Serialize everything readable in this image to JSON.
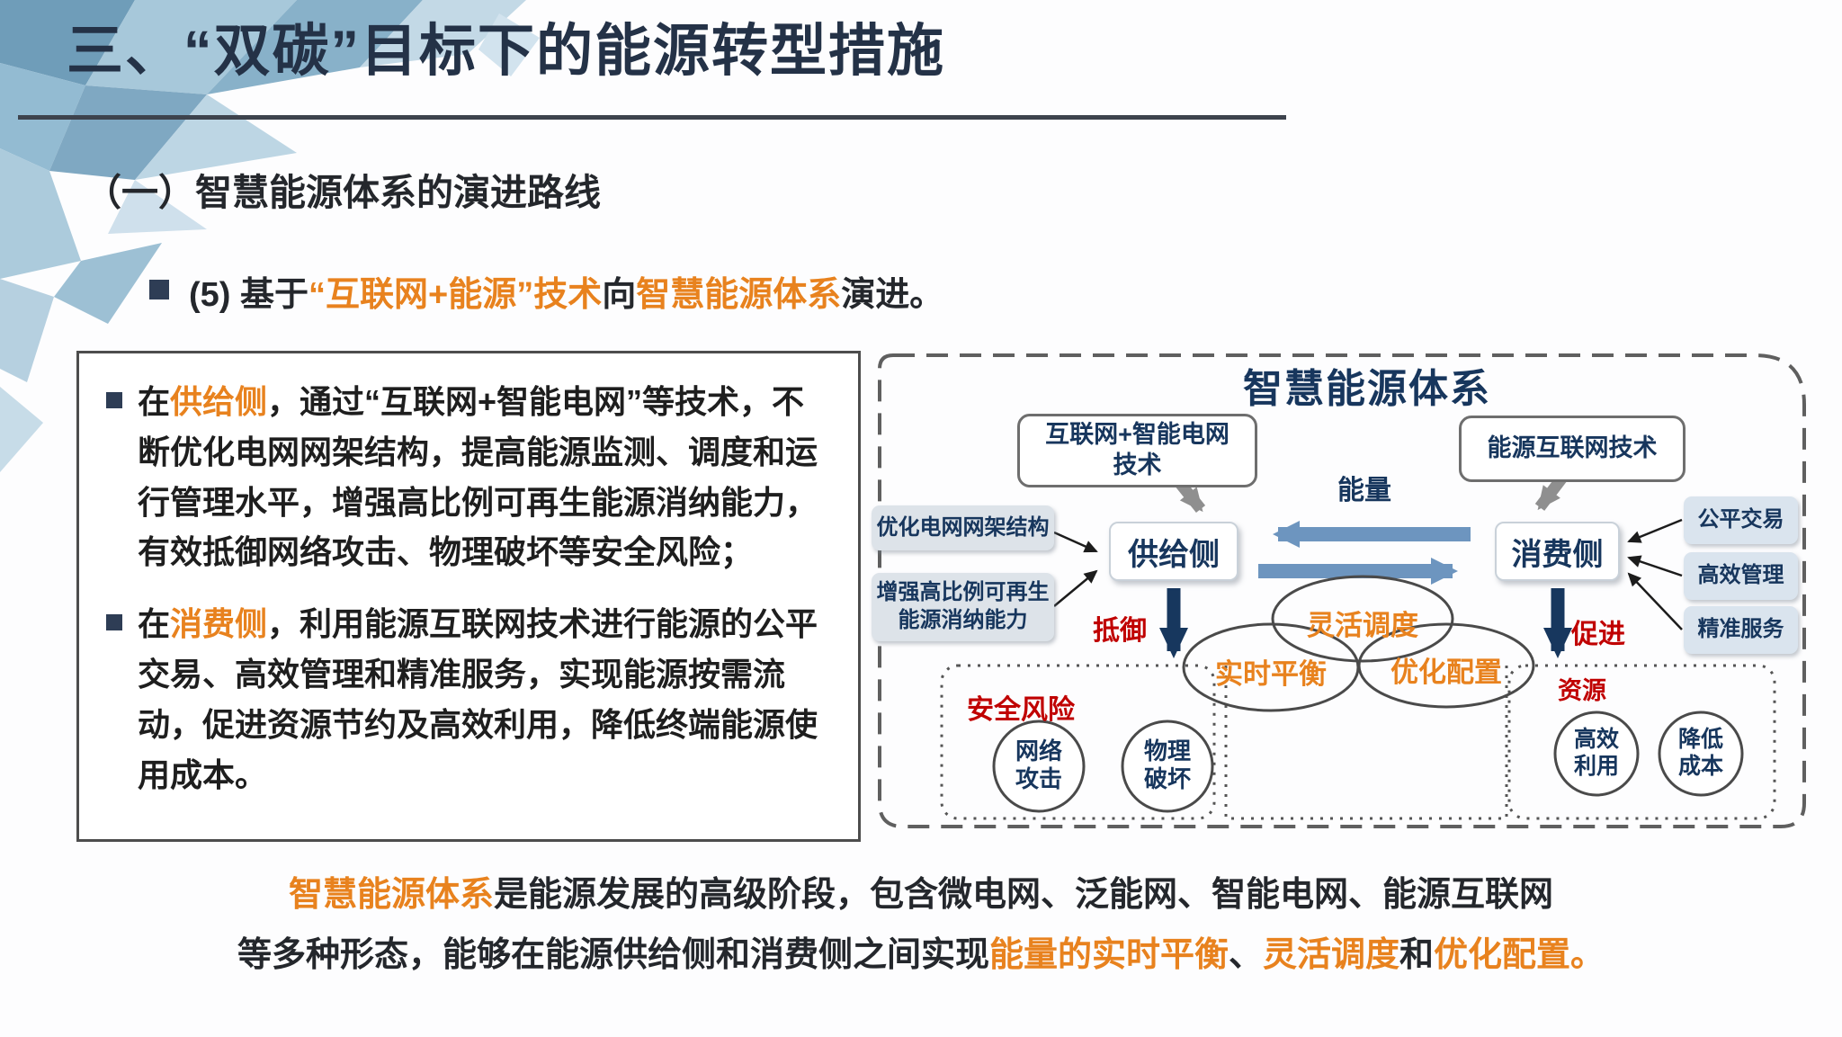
{
  "colors": {
    "accent_orange": "#E8821E",
    "alert_red": "#C00000",
    "navy_text": "#17365D",
    "title_navy": "#243247",
    "blue_arrow": "#6D95BF",
    "navy_arrow": "#17375E",
    "gray_arrow": "#8F8F8F"
  },
  "header": {
    "title": "三、“双碳”目标下的能源转型措施",
    "section": "（一）智慧能源体系的演进路线",
    "point": [
      {
        "t": "(5) 基于",
        "c": "dark"
      },
      {
        "t": "“互联网+能源”技术",
        "c": "orange"
      },
      {
        "t": "向",
        "c": "dark"
      },
      {
        "t": "智慧能源体系",
        "c": "orange"
      },
      {
        "t": "演进。",
        "c": "dark"
      }
    ]
  },
  "left_panel": {
    "bullets": [
      {
        "segments": [
          {
            "t": "在",
            "c": "dark"
          },
          {
            "t": "供给侧",
            "c": "orange"
          },
          {
            "t": "，通过“互联网+智能电网”等技术，不断优化电网网架结构，提高能源监测、调度和运行管理水平，增强高比例可再生能源消纳能力，有效抵御网络攻击、物理破坏等安全风险；",
            "c": "dark"
          }
        ]
      },
      {
        "segments": [
          {
            "t": "在",
            "c": "dark"
          },
          {
            "t": "消费侧",
            "c": "orange"
          },
          {
            "t": "，利用能源互联网技术进行能源的公平交易、高效管理和精准服务，实现能源按需流动，促进资源节约及高效利用，降低终端能源使用成本。",
            "c": "dark"
          }
        ]
      }
    ]
  },
  "diagram": {
    "title": "智慧能源体系",
    "tech_supply": "互联网+智能电网\n技术",
    "tech_consume": "能源互联网技术",
    "energy_label": "能量",
    "supply_node": "供给侧",
    "consume_node": "消费侧",
    "supply_factors": [
      "优化电网网架结构",
      "增强高比例可再生\n能源消纳能力"
    ],
    "consume_factors": [
      "公平交易",
      "高效管理",
      "精准服务"
    ],
    "resist_label": "抵御",
    "promote_label": "促进",
    "venn": [
      "灵活调度",
      "实时平衡",
      "优化配置"
    ],
    "risk_group": {
      "title": "安全风险",
      "items": [
        "网络\n攻击",
        "物理\n破坏"
      ]
    },
    "resource_group": {
      "title": "资源",
      "items": [
        "高效\n利用",
        "降低\n成本"
      ]
    }
  },
  "footer": {
    "line1": [
      {
        "t": "智慧能源体系",
        "c": "orange"
      },
      {
        "t": "是能源发展的高级阶段，包含微电网、泛能网、智能电网、能源互联网",
        "c": "dark"
      }
    ],
    "line2": [
      {
        "t": "等多种形态，能够在能源供给侧和消费侧之间实现",
        "c": "dark"
      },
      {
        "t": "能量的实时平衡",
        "c": "orange"
      },
      {
        "t": "、",
        "c": "dark"
      },
      {
        "t": "灵活调度",
        "c": "orange"
      },
      {
        "t": "和",
        "c": "dark"
      },
      {
        "t": "优化配置",
        "c": "orange"
      },
      {
        "t": "。",
        "c": "orange"
      }
    ]
  }
}
